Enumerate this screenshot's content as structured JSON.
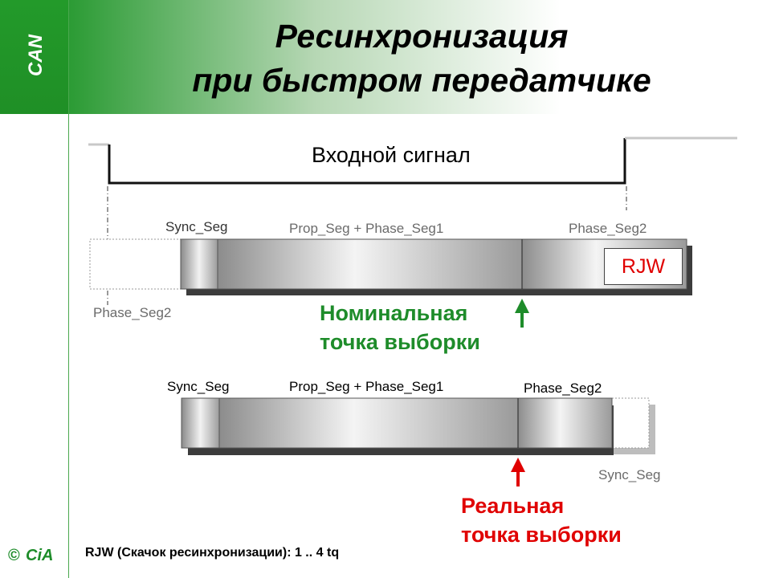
{
  "title": {
    "line1": "Ресинхронизация",
    "line2": "при быстром передатчике"
  },
  "logos": {
    "can": "CAN",
    "cia": "CiA",
    "copyright": "©"
  },
  "input_signal": {
    "label": "Входной сигнал"
  },
  "top_row": {
    "labels": {
      "sync_seg": "Sync_Seg",
      "prop_phase1": "Prop_Seg + Phase_Seg1",
      "phase_seg2": "Phase_Seg2",
      "prev_phase_seg2": "Phase_Seg2"
    },
    "rjw": "RJW",
    "sample_point": {
      "line1": "Номинальная",
      "line2": "точка выборки",
      "color": "#1e8c2a"
    }
  },
  "bottom_row": {
    "labels": {
      "sync_seg": "Sync_Seg",
      "prop_phase1": "Prop_Seg + Phase_Seg1",
      "phase_seg2": "Phase_Seg2",
      "next_sync_seg": "Sync_Seg"
    },
    "sample_point": {
      "line1": "Реальная",
      "line2": "точка выборки",
      "color": "#e00000"
    }
  },
  "footnote": "RJW (Скачок ресинхронизации): 1 .. 4 tq",
  "colors": {
    "brand_green": "#239a2a",
    "nominal_green": "#1e8c2a",
    "real_red": "#e00000"
  }
}
